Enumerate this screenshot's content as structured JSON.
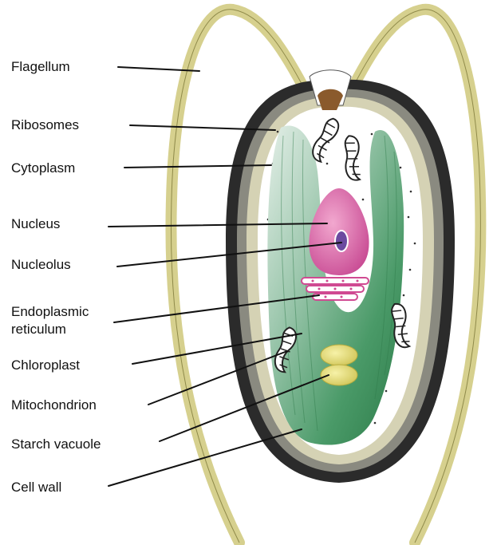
{
  "labels": {
    "flagellum": "Flagellum",
    "ribosomes": "Ribosomes",
    "cytoplasm": "Cytoplasm",
    "nucleus": "Nucleus",
    "nucleolus": "Nucleolus",
    "er_line1": "Endoplasmic",
    "er_line2": "reticulum",
    "chloroplast": "Chloroplast",
    "mitochondrion": "Mitochondrion",
    "starch_vacuole": "Starch vacuole",
    "cell_wall": "Cell wall"
  },
  "colors": {
    "flagellum": "#d6d08e",
    "cell_wall_dark": "#2b2b2b",
    "cell_wall_grey": "#8a8a80",
    "cell_wall_tan": "#d5d2b4",
    "cytoplasm": "#ffffff",
    "chloroplast": "#3f8f5a",
    "nucleus": "#d45ea0",
    "nucleolus": "#6b4aa0",
    "er": "#e06aa6",
    "starch": "#e4dc6a",
    "eyespot": "#8a5a2c"
  }
}
